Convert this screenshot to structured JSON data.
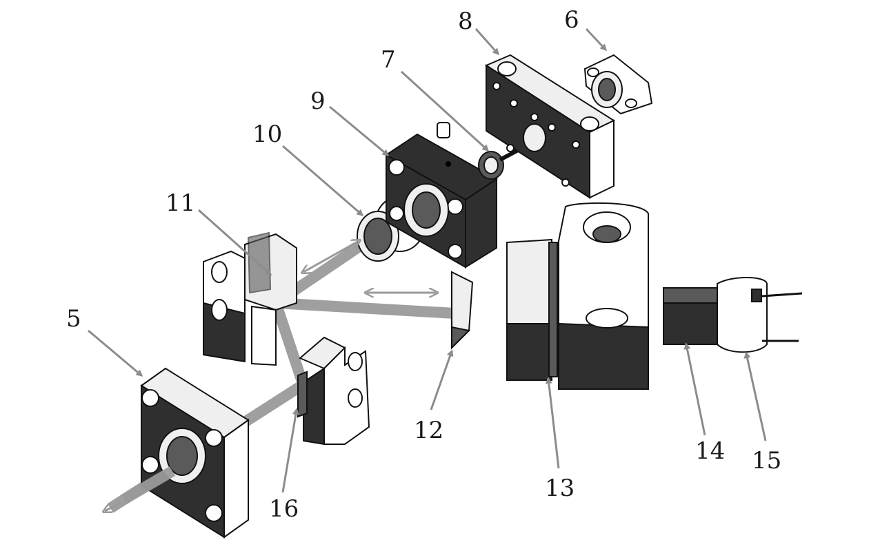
{
  "diagram": {
    "labels": [
      {
        "id": "5",
        "text": "5"
      },
      {
        "id": "6",
        "text": "6"
      },
      {
        "id": "7",
        "text": "7"
      },
      {
        "id": "8",
        "text": "8"
      },
      {
        "id": "9",
        "text": "9"
      },
      {
        "id": "10",
        "text": "10"
      },
      {
        "id": "11",
        "text": "11"
      },
      {
        "id": "12",
        "text": "12"
      },
      {
        "id": "13",
        "text": "13"
      },
      {
        "id": "14",
        "text": "14"
      },
      {
        "id": "15",
        "text": "15"
      },
      {
        "id": "16",
        "text": "16"
      }
    ],
    "colors": {
      "pointer": "#8c8c8c",
      "beam": "#9a9a9a",
      "part_dark": "#2f2f2f",
      "part_light": "#efefef"
    }
  }
}
